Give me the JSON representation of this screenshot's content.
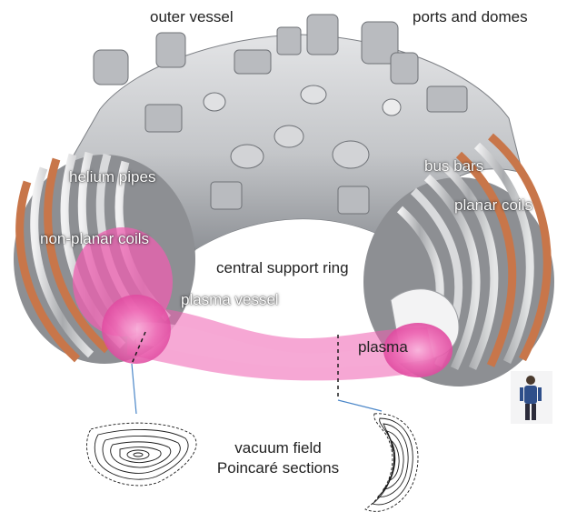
{
  "labels": {
    "outer_vessel": "outer vessel",
    "ports_and_domes": "ports and domes",
    "helium_pipes": "helium pipes",
    "bus_bars": "bus bars",
    "planar_coils": "planar coils",
    "non_planar_coils": "non-planar coils",
    "central_support_ring": "central support ring",
    "plasma_vessel": "plasma vessel",
    "plasma": "plasma",
    "vacuum_field_line1": "vacuum field",
    "vacuum_field_line2": "Poincaré sections"
  },
  "colors": {
    "vessel": "#c9cbce",
    "vessel_dark": "#8e9196",
    "coil_copper": "#c8764a",
    "coil_silver": "#d9dadc",
    "plasma": "#ee5fb0",
    "plasma_light": "#f6a9d6",
    "section_line": "#1b1b1b",
    "leader_line": "#4a86c8",
    "label_dark": "#222222",
    "label_light": "#ffffff"
  }
}
